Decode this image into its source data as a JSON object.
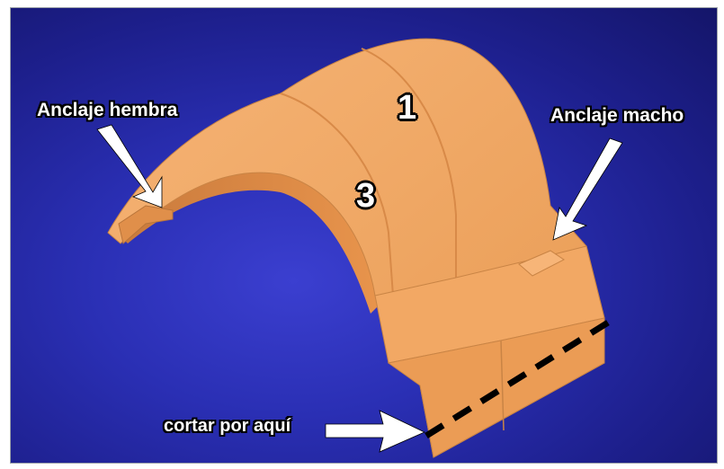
{
  "labels": {
    "female_anchor": "Anclaje hembra",
    "male_anchor": "Anclaje macho",
    "cut_here": "cortar por aquí"
  },
  "part_numbers": {
    "first": "1",
    "third": "3"
  },
  "colors": {
    "background": "#2a2fb4",
    "part_orange": "#f0a35c",
    "arrow": "#ffffff",
    "cut_line": "#000000"
  }
}
